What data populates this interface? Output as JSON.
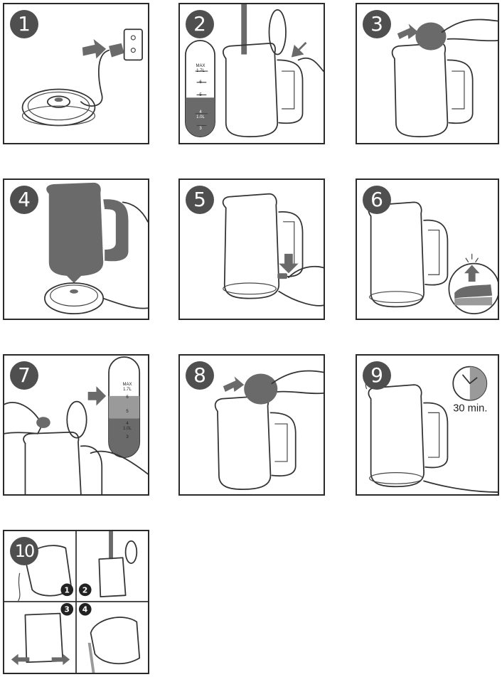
{
  "steps": [
    {
      "number": "1"
    },
    {
      "number": "2",
      "gauge": {
        "max": "MAX",
        "max_volume": "1.7L",
        "marks": [
          "6",
          "5",
          "4",
          "1.0L",
          "3"
        ]
      }
    },
    {
      "number": "3"
    },
    {
      "number": "4"
    },
    {
      "number": "5"
    },
    {
      "number": "6"
    },
    {
      "number": "7",
      "gauge": {
        "max": "MAX",
        "max_volume": "1.7L",
        "marks": [
          "6",
          "5",
          "4",
          "1.0L",
          "3"
        ]
      }
    },
    {
      "number": "8"
    },
    {
      "number": "9",
      "timer_label": "30 min."
    },
    {
      "number": "10",
      "substeps": [
        "1",
        "2",
        "3",
        "4"
      ]
    }
  ],
  "colors": {
    "ink": "#333333",
    "badge": "#4f4f4f",
    "fill_grey": "#6a6a6a",
    "light_grey": "#9a9a9a"
  }
}
